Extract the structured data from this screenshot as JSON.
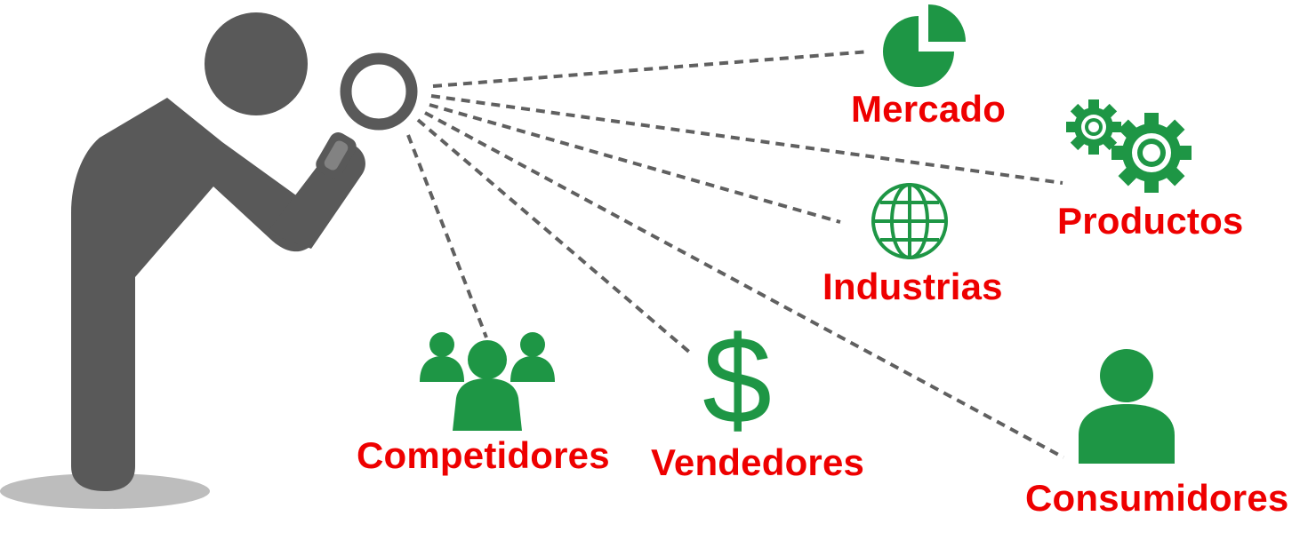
{
  "labels": {
    "mercado": "Mercado",
    "productos": "Productos",
    "industrias": "Industrias",
    "competidores": "Competidores",
    "vendedores": "Vendedores",
    "consumidores": "Consumidores"
  },
  "icons": {
    "figure": "person-with-magnifier-icon",
    "mercado": "pie-chart-icon",
    "productos": "gears-icon",
    "industrias": "globe-icon",
    "competidores": "group-icon",
    "vendedores": "dollar-sign-icon",
    "consumidores": "user-icon"
  },
  "colors": {
    "figure": "#595959",
    "icons": "#1e9645",
    "labels": "#ee0000",
    "connectors": "#606060"
  }
}
